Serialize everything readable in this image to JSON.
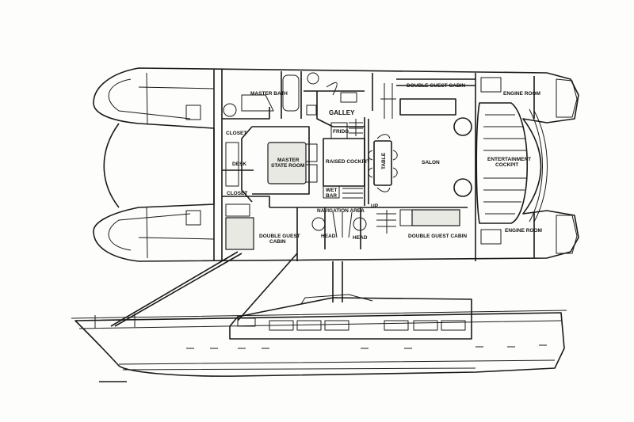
{
  "diagram": {
    "plan_labels": {
      "master_bath": "MASTER BATH",
      "closet_top": "CLOSET",
      "desk": "DESK",
      "closet_bottom": "CLOSET",
      "master_state_room_1": "MASTER",
      "master_state_room_2": "STATE ROOM",
      "galley": "GALLEY",
      "fridg": "FRIDG",
      "raised_cockpit": "RAISED COCKPIT",
      "wet_bar_1": "WET",
      "wet_bar_2": "BAR",
      "table": "TABLE",
      "salon": "SALON",
      "navigation_area": "NAVIGATION AREA",
      "head_left": "HEAD",
      "head_right": "HEAD",
      "double_guest_cabin_top": "DOUBLE GUEST CABIN",
      "double_guest_cabin_bottom_left_1": "DOUBLE GUEST",
      "double_guest_cabin_bottom_left_2": "CABIN",
      "double_guest_cabin_bottom_right": "DOUBLE GUEST CABIN",
      "engine_room_top": "ENGINE ROOM",
      "engine_room_bottom": "ENGINE ROOM",
      "entertainment_cockpit_1": "ENTERTAINMENT",
      "entertainment_cockpit_2": "COCKPIT",
      "up_marker": "UP"
    },
    "colors": {
      "line": "#1a1a1a",
      "paper": "#fdfdfb"
    }
  }
}
